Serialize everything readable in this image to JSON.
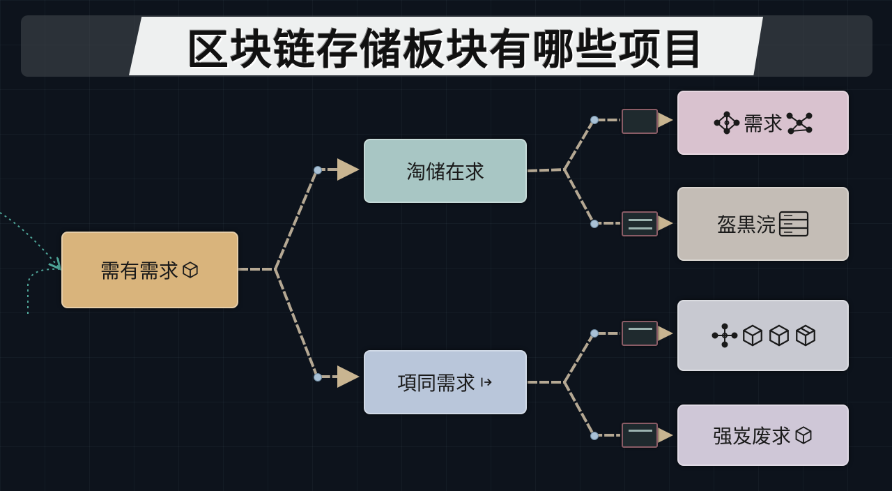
{
  "title": "区块链存储板块有哪些项目",
  "nodes": {
    "root": {
      "label": "需有需求",
      "icon": "cube-icon"
    },
    "mid_top": {
      "label": "淘储在求"
    },
    "mid_bottom": {
      "label": "項同需求",
      "icon": "arrow-right-icon"
    },
    "leaf_1": {
      "label": "需求",
      "icon_left": "network-icon",
      "icon_right": "network-icon"
    },
    "leaf_2": {
      "label": "盔黒浣",
      "icon": "server-icon"
    },
    "leaf_3": {
      "label": "",
      "icons": [
        "network-icon",
        "cube-icon",
        "cube-icon",
        "cube-icon"
      ]
    },
    "leaf_4": {
      "label": "强岌废求",
      "icon": "cube-icon"
    }
  },
  "colors": {
    "background": "#0d131c",
    "root": "#d9b47c",
    "mid_top": "#a8c6c4",
    "mid_bottom": "#b9c6da",
    "leaf_1": "#d9c2cf",
    "leaf_2": "#c4bdb6",
    "leaf_3": "#c8c9d1",
    "leaf_4": "#cfc7d7",
    "connector": "#b5a893"
  }
}
